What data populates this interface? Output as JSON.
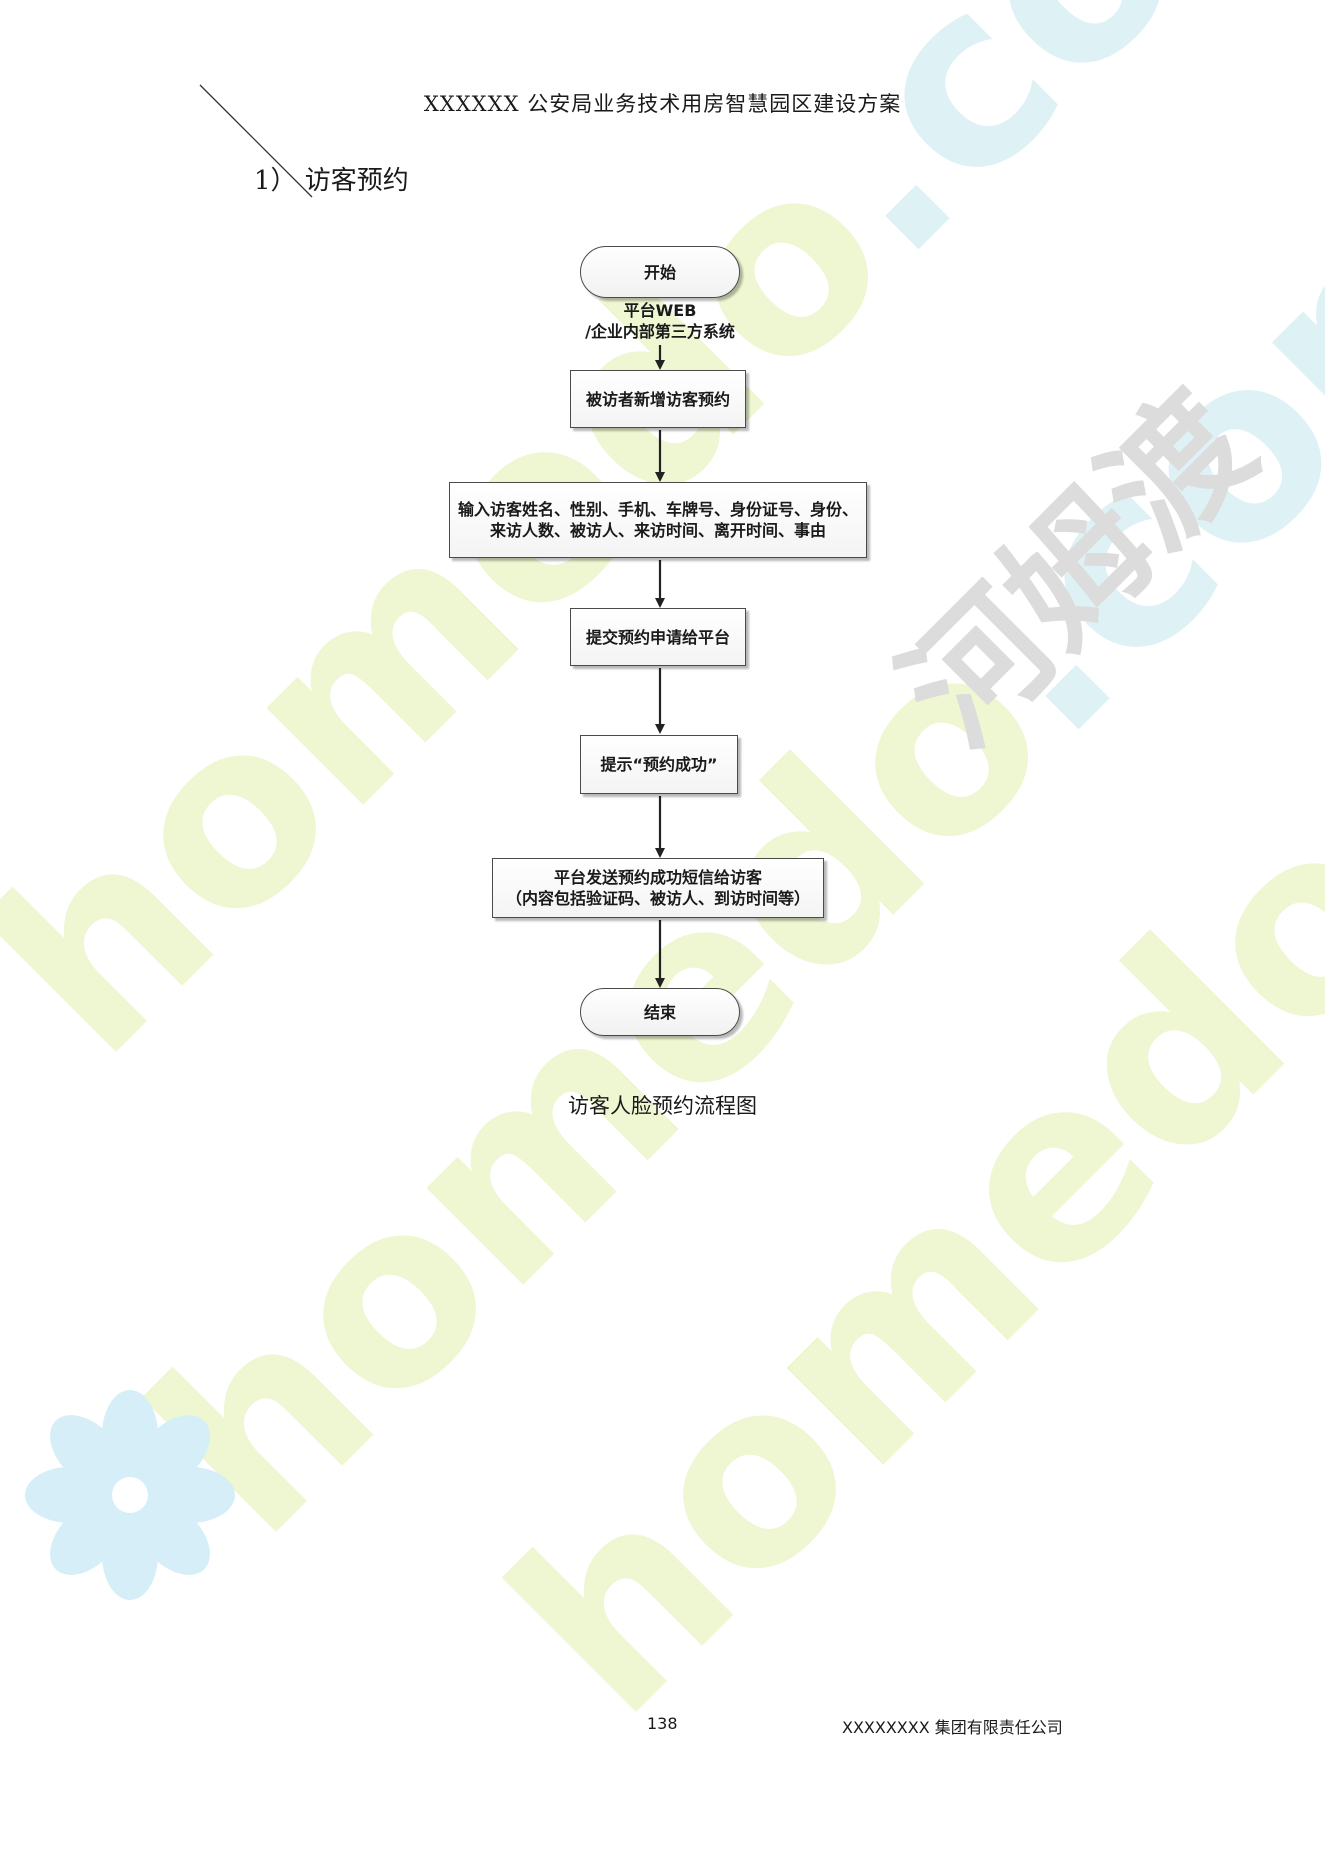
{
  "header": {
    "title": "XXXXXX 公安局业务技术用房智慧园区建设方案"
  },
  "section": {
    "heading": "1） 访客预约"
  },
  "flowchart": {
    "start": "开始",
    "source_line1": "平台WEB",
    "source_line2": "/企业内部第三方系统",
    "step1": "被访者新增访客预约",
    "step2_line1": "输入访客姓名、性别、手机、车牌号、身份证号、身份、",
    "step2_line2": "来访人数、被访人、来访时间、离开时间、事由",
    "step3": "提交预约申请给平台",
    "step4": "提示“预约成功”",
    "step5_line1": "平台发送预约成功短信给访客",
    "step5_line2": "（内容包括验证码、被访人、到访时间等）",
    "end": "结束",
    "caption": "访客人脸预约流程图"
  },
  "watermark": {
    "latin": "homedo",
    "suffix": ".com",
    "chinese": "河姆渡",
    "logo": "homedo-flower-logo"
  },
  "footer": {
    "page_number": "138",
    "company": "XXXXXXXX 集团有限责任公司"
  },
  "colors": {
    "watermark_green": "#eef6d2",
    "watermark_blue": "#def2f6",
    "watermark_gray": "#dcdcdc",
    "node_border": "#4a4a4a"
  }
}
